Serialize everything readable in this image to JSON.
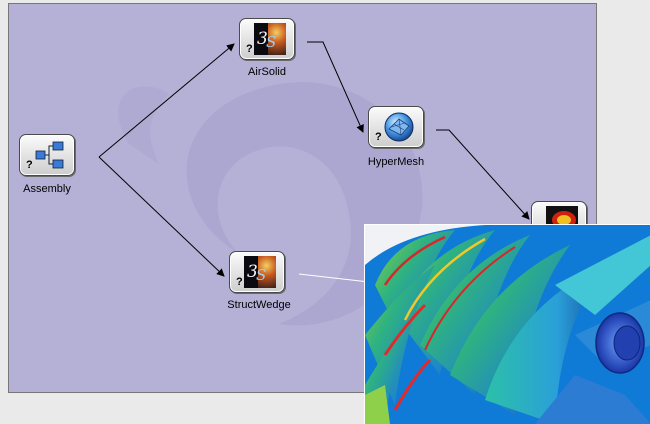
{
  "workflow": {
    "nodes": [
      {
        "label": "Assembly",
        "status": "?",
        "icon": "assembly-tree-icon"
      },
      {
        "label": "AirSolid",
        "status": "?",
        "icon": "3ds-logo-icon"
      },
      {
        "label": "HyperMesh",
        "status": "?",
        "icon": "hypermesh-globe-icon"
      },
      {
        "label": "StructWedge",
        "status": "?",
        "icon": "3ds-logo-icon"
      },
      {
        "label": "",
        "status": "",
        "icon": "result-contour-icon"
      }
    ]
  },
  "colors": {
    "canvas": "#b4b0d6",
    "page": "#eaeaea",
    "edge": "#000000"
  }
}
